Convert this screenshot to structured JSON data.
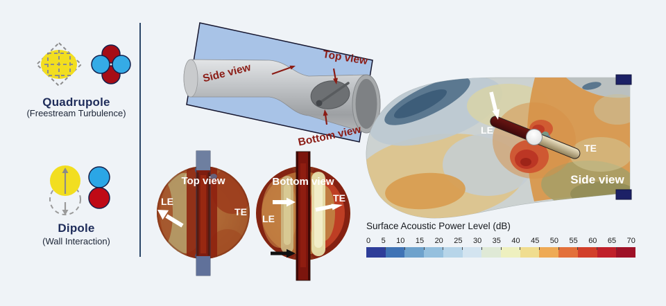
{
  "left_panel": {
    "quadrupole": {
      "title": "Quadrupole",
      "subtitle": "(Freestream Turbulence)"
    },
    "dipole": {
      "title": "Dipole",
      "subtitle": "(Wall Interaction)"
    }
  },
  "schematic": {
    "side_label": "Side view",
    "top_label": "Top view",
    "bottom_label": "Bottom view"
  },
  "top_view": {
    "title": "Top view",
    "le": "LE",
    "te": "TE"
  },
  "bottom_view": {
    "title": "Bottom view",
    "le": "LE",
    "te": "TE"
  },
  "side_view": {
    "title": "Side view",
    "le": "LE",
    "te": "TE"
  },
  "colorbar": {
    "title": "Surface Acoustic Power Level (dB)",
    "ticks": [
      "0",
      "5",
      "10",
      "15",
      "20",
      "25",
      "30",
      "35",
      "40",
      "45",
      "50",
      "55",
      "60",
      "65",
      "70"
    ],
    "colors": [
      "#2e3d99",
      "#3f73b5",
      "#6ea2cc",
      "#95c0de",
      "#b7d5e9",
      "#d3e4f0",
      "#dfe9d6",
      "#eef0bf",
      "#f0dd8f",
      "#eeaa55",
      "#e3703a",
      "#d23f2a",
      "#c0202a",
      "#9e1127"
    ]
  },
  "accent_colors": {
    "label_red": "#8b1c15",
    "navy_text": "#1e2c5a",
    "divider": "#2b4668",
    "flange_navy": "#1c2166"
  }
}
